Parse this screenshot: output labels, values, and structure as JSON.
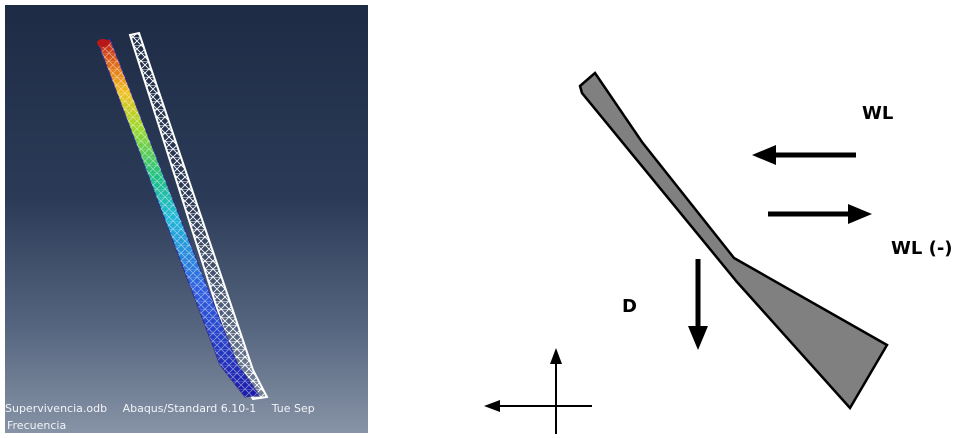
{
  "viewport": {
    "odb_name": "Supervivencia.odb",
    "solver": "Abaqus/Standard 6.10-1",
    "date": "Tue Sep",
    "step_label": "Frecuencia",
    "colors": {
      "background_top": "#1e2b45",
      "background_bottom": "#8793a6",
      "undeformed_mesh": "#ffffff",
      "contour_scale": [
        "#1a1aa8",
        "#2f5fe0",
        "#20b8d8",
        "#20c080",
        "#9ad92a",
        "#f0c020",
        "#e06a18",
        "#b81818"
      ]
    }
  },
  "diagram": {
    "labels": {
      "wl": "WL",
      "wl_neg": "WL (-)",
      "d": "D"
    },
    "colors": {
      "structure_fill": "#808080",
      "structure_stroke": "#000000",
      "arrows": "#000000"
    }
  }
}
